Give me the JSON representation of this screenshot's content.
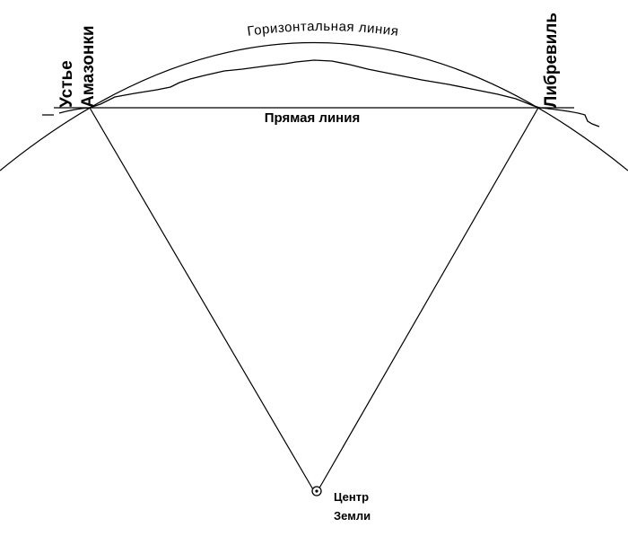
{
  "labels": {
    "horizontal_line": "Горизонтальная линия",
    "straight_line": "Прямая линия",
    "amazon_line1": "Устье",
    "amazon_line2": "Амазонки",
    "libreville": "Либревиль",
    "center_line1": "Центр",
    "center_line2": "Земли"
  }
}
